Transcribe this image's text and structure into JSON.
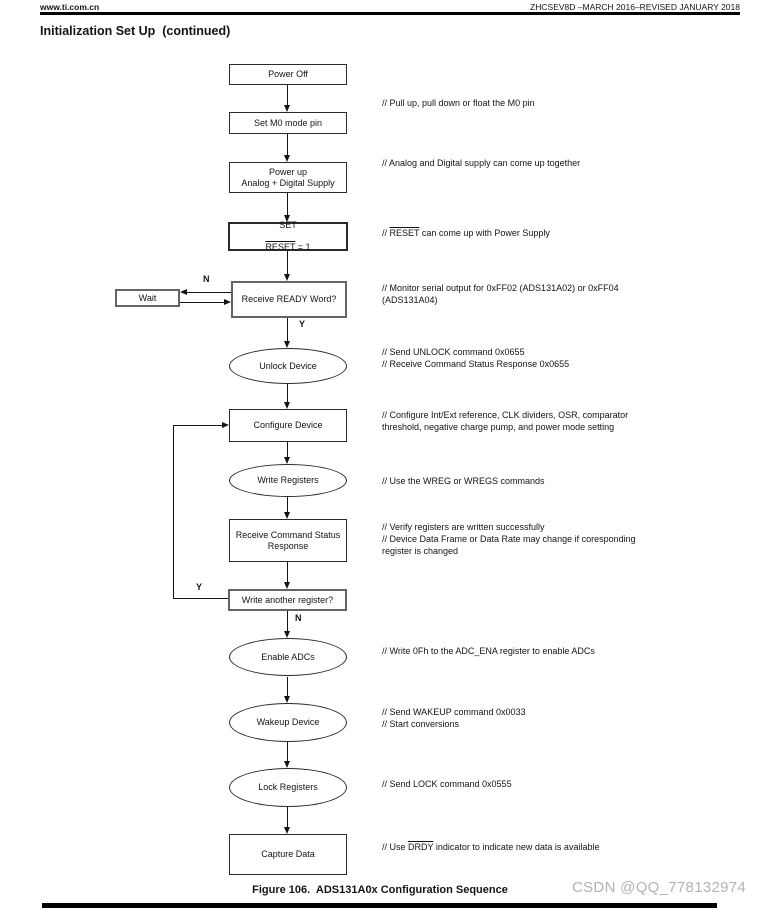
{
  "header": {
    "site": "www.ti.com.cn",
    "docnum": "ZHCSEV8D –MARCH 2016–REVISED JANUARY 2018"
  },
  "title": "Initialization Set Up  (continued)",
  "flowchart": {
    "nodes": {
      "power_off": {
        "label": "Power Off"
      },
      "set_m0": {
        "label": "Set M0 mode pin"
      },
      "power_up": {
        "label": "Power up\nAnalog + Digital Supply"
      },
      "set_reset": {
        "line1": "SET",
        "over": "RESET",
        "rest": " = 1"
      },
      "wait": {
        "label": "Wait"
      },
      "receive_ready": {
        "label": "Receive READY Word?"
      },
      "unlock": {
        "label": "Unlock Device"
      },
      "configure": {
        "label": "Configure Device"
      },
      "write_registers": {
        "label": "Write Registers"
      },
      "receive_status": {
        "label": "Receive Command Status\nResponse"
      },
      "write_another": {
        "label": "Write another register?"
      },
      "enable_adcs": {
        "label": "Enable ADCs"
      },
      "wakeup": {
        "label": "Wakeup Device"
      },
      "lock_registers": {
        "label": "Lock Registers"
      },
      "capture_data": {
        "label": "Capture Data"
      }
    },
    "branch_labels": {
      "ready_no": "N",
      "ready_yes": "Y",
      "another_yes": "Y",
      "another_no": "N"
    },
    "comments": [
      {
        "text": "// Pull up, pull down or float the M0 pin"
      },
      {
        "text": "// Analog and Digital supply can come up together"
      },
      {
        "pre": "// ",
        "over": "RESET",
        "post": " can come up with Power Supply"
      },
      {
        "text": "// Monitor serial output for 0xFF02 (ADS131A02) or 0xFF04\n(ADS131A04)"
      },
      {
        "text": "// Send UNLOCK command 0x0655\n// Receive Command Status Response 0x0655"
      },
      {
        "text": "// Configure Int/Ext reference, CLK dividers, OSR, comparator\nthreshold, negative charge pump, and power mode setting"
      },
      {
        "text": "// Use the WREG or WREGS commands"
      },
      {
        "text": "// Verify registers are written successfully\n// Device Data Frame or Data Rate may change if coresponding\nregister is changed"
      },
      {
        "text": "// Write 0Fh to the ADC_ENA register to enable ADCs"
      },
      {
        "text": "// Send WAKEUP command 0x0033\n// Start conversions"
      },
      {
        "text": "// Send LOCK command 0x0555"
      },
      {
        "pre": "// Use ",
        "over": "DRDY",
        "post": " indicator to indicate new data is available"
      }
    ]
  },
  "caption": "Figure 106.  ADS131A0x Configuration Sequence",
  "watermark": "CSDN @QQ_778132974",
  "colors": {
    "ink": "#141414",
    "watermark": "#b7b1b1",
    "rule": "#000000"
  }
}
